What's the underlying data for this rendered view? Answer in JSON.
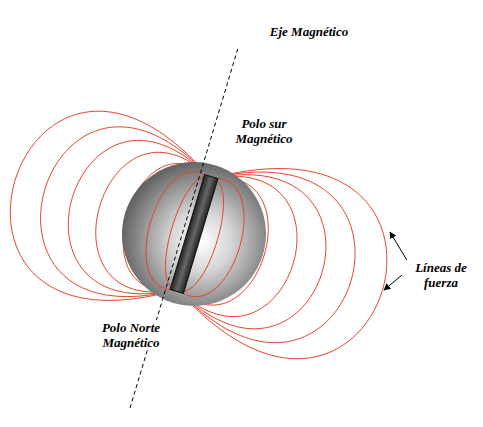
{
  "diagram": {
    "labels": [
      "Eje Magnético",
      "Polo sur Magnético",
      "Polo Norte Magnético",
      "Líneas de fuerza"
    ]
  }
}
